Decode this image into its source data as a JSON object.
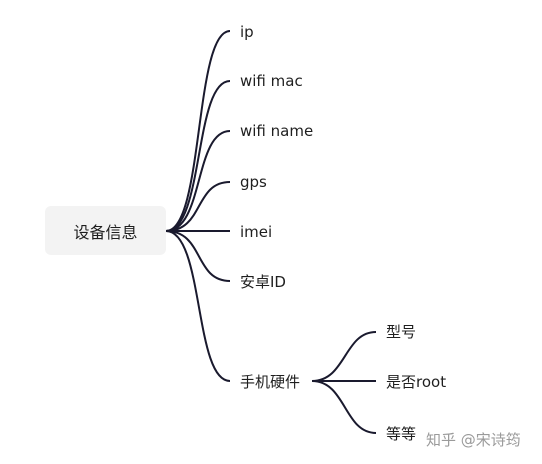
{
  "mindmap": {
    "root": "设备信息",
    "children": [
      {
        "label": "ip"
      },
      {
        "label": "wifi mac"
      },
      {
        "label": "wifi name"
      },
      {
        "label": "gps"
      },
      {
        "label": "imei"
      },
      {
        "label": "安卓ID"
      },
      {
        "label": "手机硬件",
        "children": [
          "型号",
          "是否root",
          "等等"
        ]
      }
    ]
  },
  "line_color": "#1a1a2e",
  "watermark": "知乎 @宋诗筠"
}
